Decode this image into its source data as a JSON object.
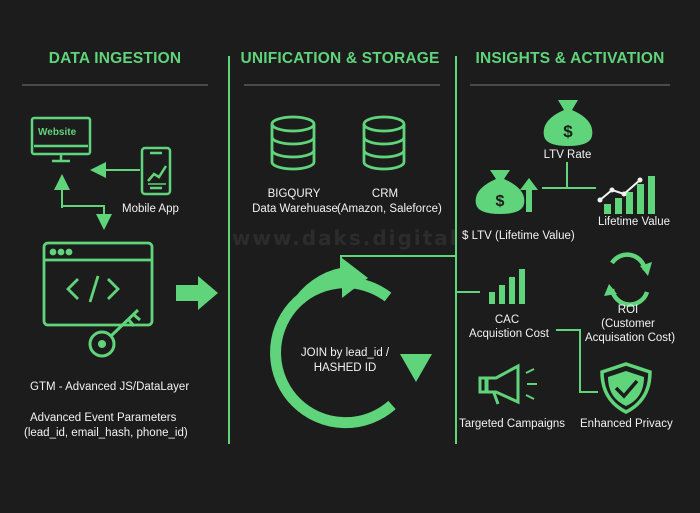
{
  "colors": {
    "background": "#1c1c1c",
    "accent_green": "#5fd47a",
    "text": "#f2f2f2",
    "divider": "#4a4a4a"
  },
  "columns": {
    "ingestion": {
      "title": "DATA INGESTION"
    },
    "storage": {
      "title": "UNIFICATION & STORAGE"
    },
    "insights": {
      "title": "INSIGHTS & ACTIVATION"
    }
  },
  "ingestion": {
    "website_label": "Website",
    "mobile_app": "Mobile App",
    "gtm": "GTM - Advanced JS/DataLayer",
    "event_params_title": "Advanced Event Parameters",
    "event_params_fields": "(lead_id, email_hash, phone_id)",
    "icons": [
      "monitor-icon",
      "mobile-phone-icon",
      "code-window-icon",
      "key-icon",
      "arrow-right-icon"
    ]
  },
  "storage": {
    "bigquery_title": "BIGQURY",
    "bigquery_sub": "Data Warehuase",
    "crm_title": "CRM",
    "crm_sub": "(Amazon, Saleforce)",
    "join_line1": "JOIN by lead_id /",
    "join_line2": "HASHED ID",
    "icons": [
      "database-icon",
      "database-icon",
      "cycle-arrows-icon"
    ]
  },
  "insights": {
    "ltv_rate": "LTV Rate",
    "ltv": "$ LTV (Lifetime Value)",
    "lifetime_value": "Lifetime Value",
    "cac_line1": "CAC",
    "cac_line2": "Acquistion Cost",
    "roi_line1": "ROI",
    "roi_line2": "(Customer",
    "roi_line3": "Acquisation Cost)",
    "campaigns": "Targeted Campaigns",
    "privacy": "Enhanced Privacy",
    "icons": [
      "money-bag-icon",
      "money-bag-up-icon",
      "growth-chart-icon",
      "bar-chart-icon",
      "refresh-cycle-icon",
      "megaphone-icon",
      "shield-check-icon"
    ]
  },
  "watermark": "www.daks.digital"
}
